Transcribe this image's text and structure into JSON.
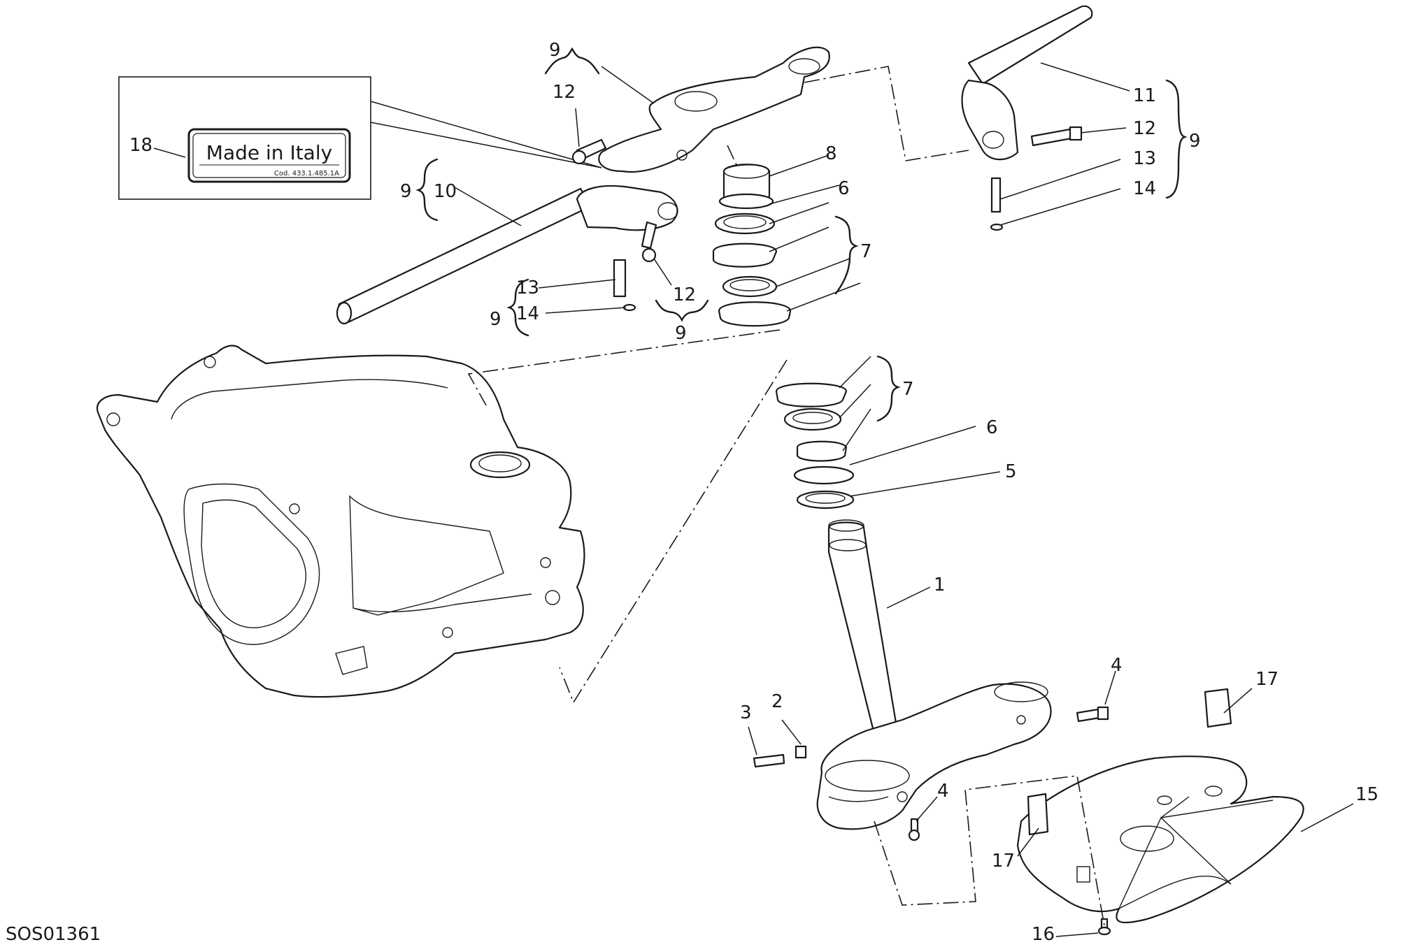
{
  "figure_code": "SOS01361",
  "decal": {
    "main_text": "Made in Italy",
    "code_text": "Cod. 433.1.485.1A"
  },
  "callouts": [
    {
      "id": "c1",
      "text": "1"
    },
    {
      "id": "c2",
      "text": "2"
    },
    {
      "id": "c3",
      "text": "3"
    },
    {
      "id": "c4a",
      "text": "4"
    },
    {
      "id": "c4b",
      "text": "4"
    },
    {
      "id": "c5",
      "text": "5"
    },
    {
      "id": "c6a",
      "text": "6"
    },
    {
      "id": "c6b",
      "text": "6"
    },
    {
      "id": "c7a",
      "text": "7"
    },
    {
      "id": "c7b",
      "text": "7"
    },
    {
      "id": "c8",
      "text": "8"
    },
    {
      "id": "c9a",
      "text": "9"
    },
    {
      "id": "c9b",
      "text": "9"
    },
    {
      "id": "c9c",
      "text": "9"
    },
    {
      "id": "c9d",
      "text": "9"
    },
    {
      "id": "c9e",
      "text": "9"
    },
    {
      "id": "c10",
      "text": "10"
    },
    {
      "id": "c11",
      "text": "11"
    },
    {
      "id": "c12a",
      "text": "12"
    },
    {
      "id": "c12b",
      "text": "12"
    },
    {
      "id": "c12c",
      "text": "12"
    },
    {
      "id": "c13a",
      "text": "13"
    },
    {
      "id": "c13b",
      "text": "13"
    },
    {
      "id": "c14a",
      "text": "14"
    },
    {
      "id": "c14b",
      "text": "14"
    },
    {
      "id": "c15",
      "text": "15"
    },
    {
      "id": "c16",
      "text": "16"
    },
    {
      "id": "c17a",
      "text": "17"
    },
    {
      "id": "c17b",
      "text": "17"
    },
    {
      "id": "c18",
      "text": "18"
    }
  ]
}
